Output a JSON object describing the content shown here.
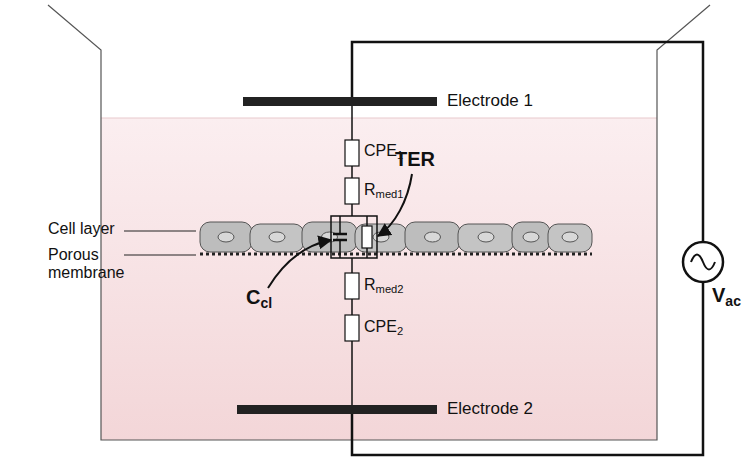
{
  "diagram": {
    "labels": [
      "Electrode 1",
      "CPE1",
      "Rmed1",
      "TER",
      "Cell layer",
      "Porous membrane",
      "Ccl",
      "Rmed2",
      "CPE2",
      "Electrode 2",
      "Vac"
    ]
  }
}
